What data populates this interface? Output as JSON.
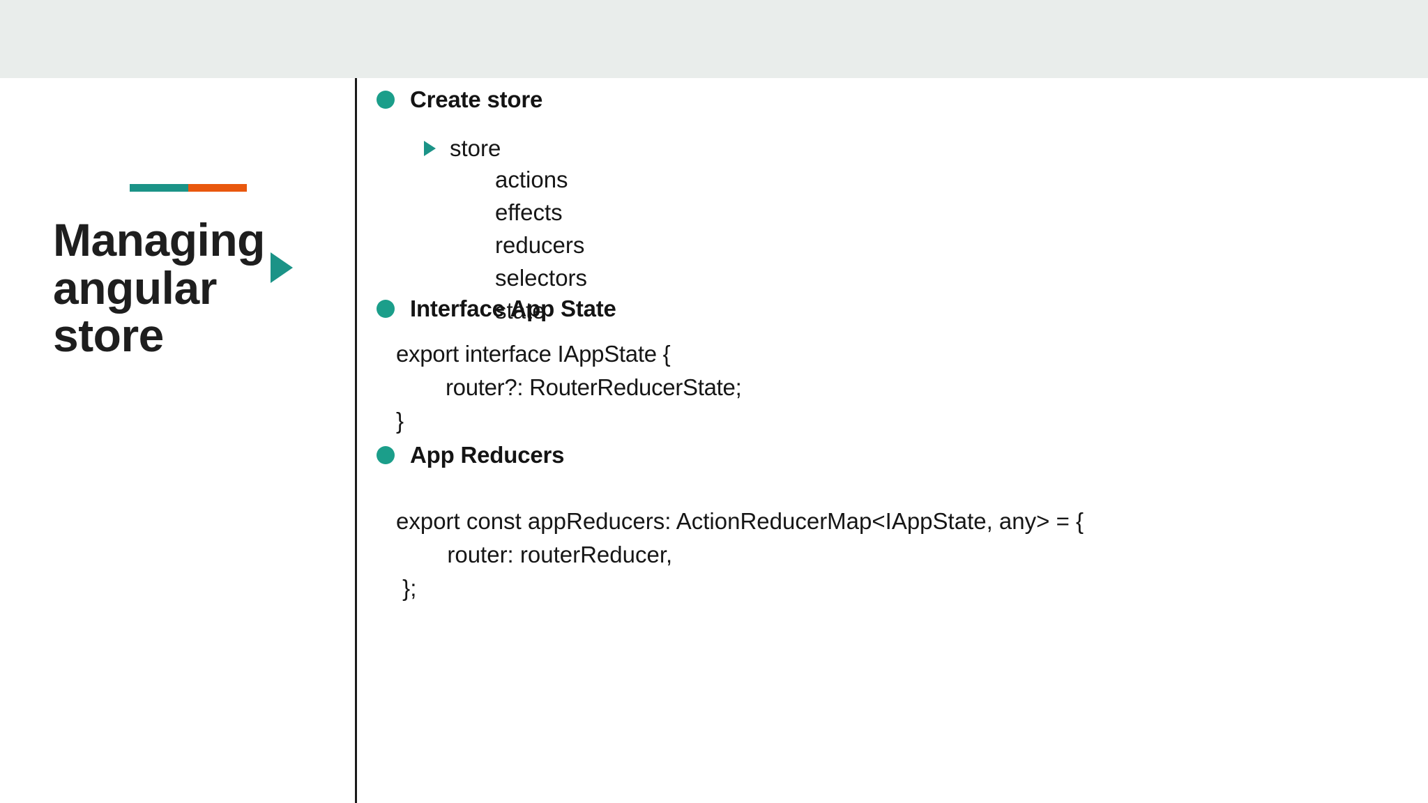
{
  "slide": {
    "title": "Managing angular store",
    "title_lines": "Managing\nangular\nstore",
    "accent_colors": {
      "teal": "#1B9387",
      "orange": "#E9580E",
      "band": "#E9EDEB",
      "text": "#1E1E1E"
    },
    "title_marker_icon": "play-triangle-icon"
  },
  "content": {
    "bullets": [
      {
        "id": "create-store",
        "label": "Create store",
        "marker_icon": "bullet-dot-icon"
      },
      {
        "id": "interface-app-state",
        "label": "Interface App State",
        "marker_icon": "bullet-dot-icon"
      },
      {
        "id": "app-reducers",
        "label": "App Reducers",
        "marker_icon": "bullet-dot-icon"
      }
    ],
    "sub_item": {
      "label": "store",
      "marker_icon": "caret-right-icon"
    },
    "leaf_items": [
      "actions",
      "effects",
      "reducers",
      "selectors",
      "state"
    ],
    "code_app_state": "export interface IAppState {\n        router?: RouterReducerState;\n}",
    "code_app_reducers": "export const appReducers: ActionReducerMap<IAppState, any> = {\n        router: routerReducer,\n };"
  }
}
